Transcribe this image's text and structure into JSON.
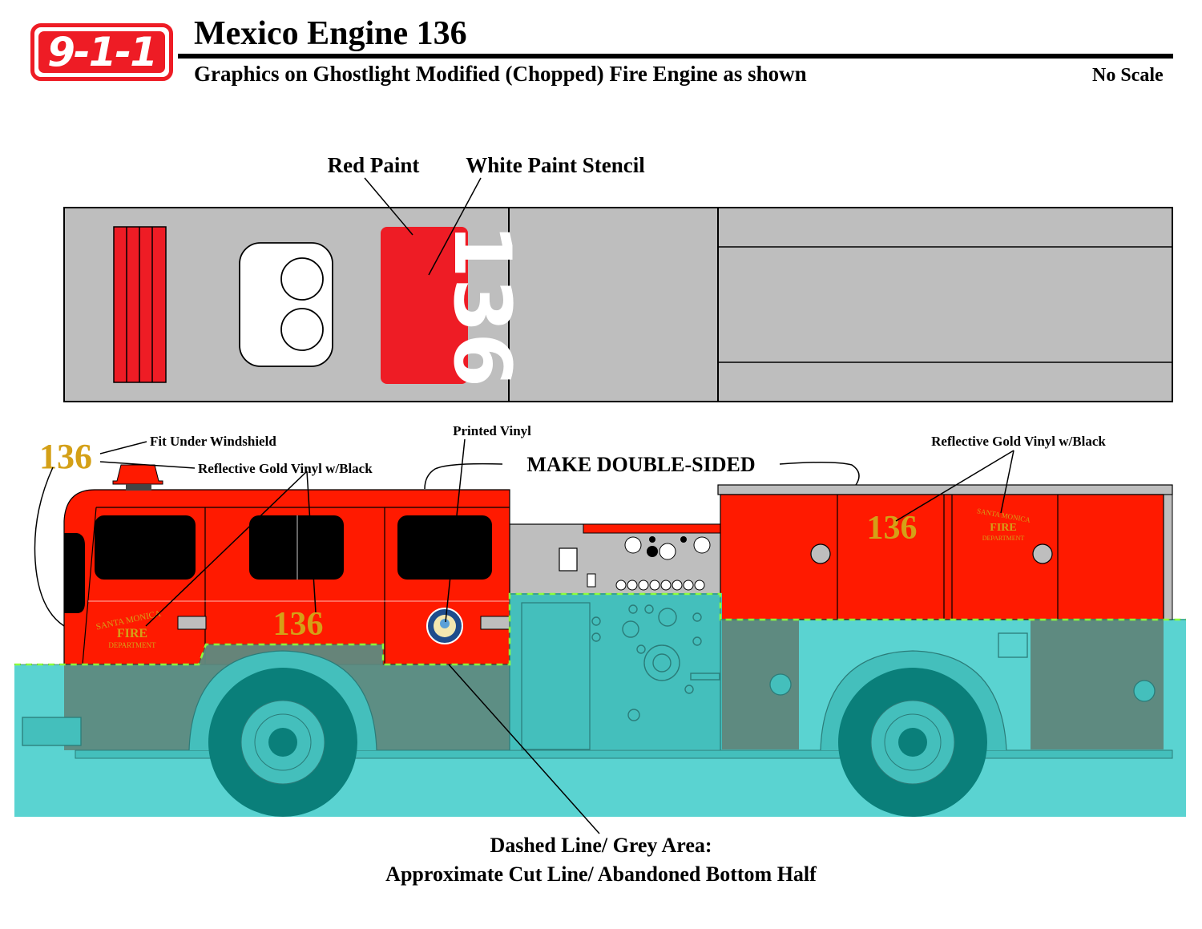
{
  "header": {
    "logo_text": "9-1-1",
    "title": "Mexico Engine 136",
    "subtitle": "Graphics on Ghostlight Modified (Chopped) Fire Engine as shown",
    "scale_note": "No Scale"
  },
  "roof_labels": {
    "red_paint": "Red Paint",
    "white_stencil": "White Paint Stencil",
    "roof_number": "136"
  },
  "side_labels": {
    "fit_under_windshield": "Fit Under Windshield",
    "reflective_gold_left": "Reflective Gold Vinyl w/Black",
    "printed_vinyl": "Printed Vinyl",
    "make_double_sided": "MAKE DOUBLE-SIDED",
    "reflective_gold_right": "Reflective Gold Vinyl w/Black",
    "dashed_line_title": "Dashed Line/ Grey Area:",
    "dashed_line_desc": "Approximate Cut Line/ Abandoned Bottom Half"
  },
  "truck_graphics": {
    "windshield_number": "136",
    "cab_number": "136",
    "body_number": "136",
    "cab_emblem_top": "SANTA MONICA",
    "cab_emblem_mid": "FIRE",
    "cab_emblem_bottom": "DEPARTMENT",
    "body_emblem_top": "SANTA MONICA",
    "body_emblem_mid": "FIRE",
    "body_emblem_bottom": "DEPARTMENT"
  },
  "colors": {
    "truck_red": "#ff1a00",
    "stencil_red": "#ee1c25",
    "gold": "#d4a017",
    "body_grey": "#bebebe",
    "water_cyan": "#5ad3d1",
    "grey_overlay": "#5e8a80",
    "wheel_teal": "#0a7f7a",
    "cut_line_green": "#8cff3c"
  }
}
